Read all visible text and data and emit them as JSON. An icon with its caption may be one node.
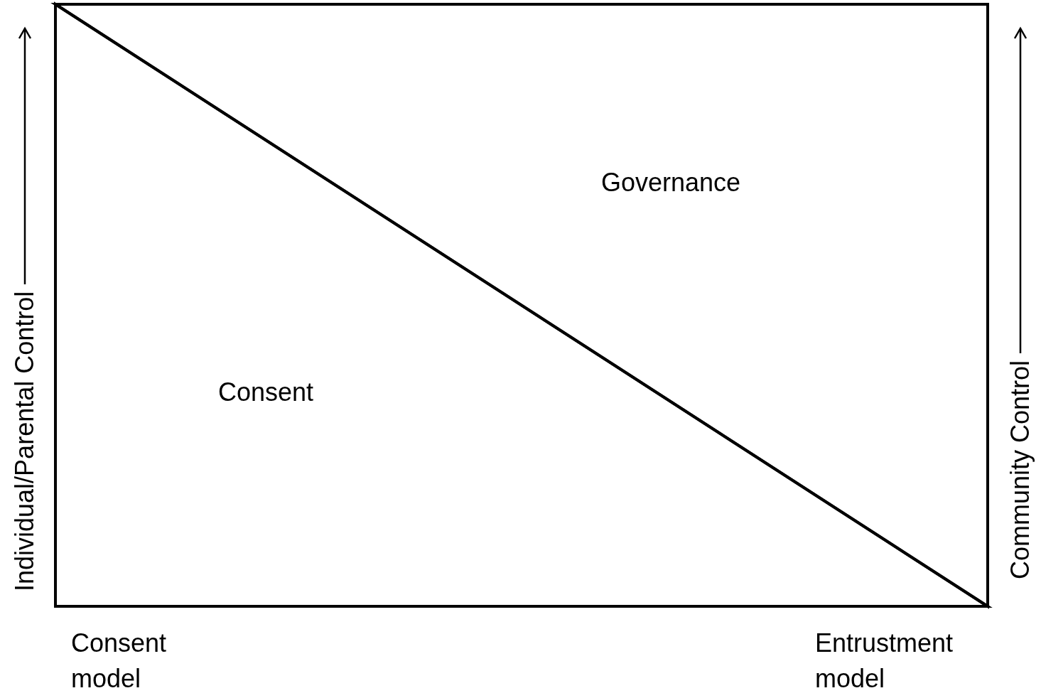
{
  "diagram": {
    "nodes": [
      {
        "text": [
          "Consent"
        ]
      },
      {
        "text": [
          "Governance"
        ]
      }
    ],
    "labels": [
      "Individual/Parental Control",
      "Community Control",
      "Consent model",
      "Entrustment model"
    ]
  }
}
